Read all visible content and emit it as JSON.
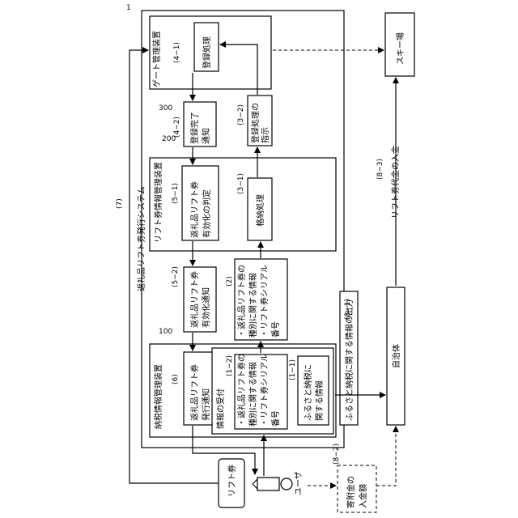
{
  "system": {
    "ref": "1",
    "title": "返礼品リフト券発行システム"
  },
  "nouzei": {
    "ref": "100",
    "title": "納税情報管理装置"
  },
  "liftmgr": {
    "ref": "200",
    "title": "リフト券情報管理装置"
  },
  "gate": {
    "ref": "300",
    "title": "ゲート管理装置"
  },
  "ski": {
    "title": "スキー場"
  },
  "jichitai": {
    "title": "自治体"
  },
  "user": {
    "label": "ユーザ"
  },
  "ticket": {
    "label": "リフト券"
  },
  "info_accept": {
    "title": "情報の受付"
  },
  "step_1_1": {
    "ref": "(1−1)",
    "lines": [
      "ふるさと納税に",
      "関する情報"
    ]
  },
  "step_1_2": {
    "ref": "(1−2)",
    "lines": [
      "・返礼品リフト券の",
      "種別に関する情報",
      "・リフト券シリアル",
      "番号"
    ]
  },
  "step_2": {
    "ref": "(2)",
    "lines": [
      "・返礼品リフト券の",
      "種別に関する情報",
      "・リフト券シリアル",
      "番号"
    ]
  },
  "step_3_1": {
    "ref": "(3−1)",
    "lines": [
      "格納処理"
    ]
  },
  "step_3_2": {
    "ref": "(3−2)",
    "lines": [
      "登録処理の",
      "指示"
    ]
  },
  "step_4_1": {
    "ref": "(4−1)",
    "lines": [
      "登録処理"
    ]
  },
  "step_4_2": {
    "ref": "(4−2)",
    "lines": [
      "登録完了",
      "通知"
    ]
  },
  "step_5_1": {
    "ref": "(5−1)",
    "lines": [
      "返礼品リフト券",
      "有効化の判定"
    ]
  },
  "step_5_2": {
    "ref": "(5−2)",
    "lines": [
      "返礼品リフト券",
      "有効化通知"
    ]
  },
  "step_6": {
    "ref": "(6)",
    "lines": [
      "返礼品リフト券",
      "発行通知"
    ]
  },
  "step_7": {
    "ref": "(7)"
  },
  "step_8_1": {
    "ref": "(8−1)",
    "lines": [
      "ふるさと納税に関する情報の出力"
    ]
  },
  "step_8_2": {
    "ref": "(8−2)",
    "lines": [
      "寄附金の",
      "入金額"
    ]
  },
  "step_8_3": {
    "ref": "(8−3)",
    "lines": [
      "リフト券代金の入金"
    ]
  }
}
